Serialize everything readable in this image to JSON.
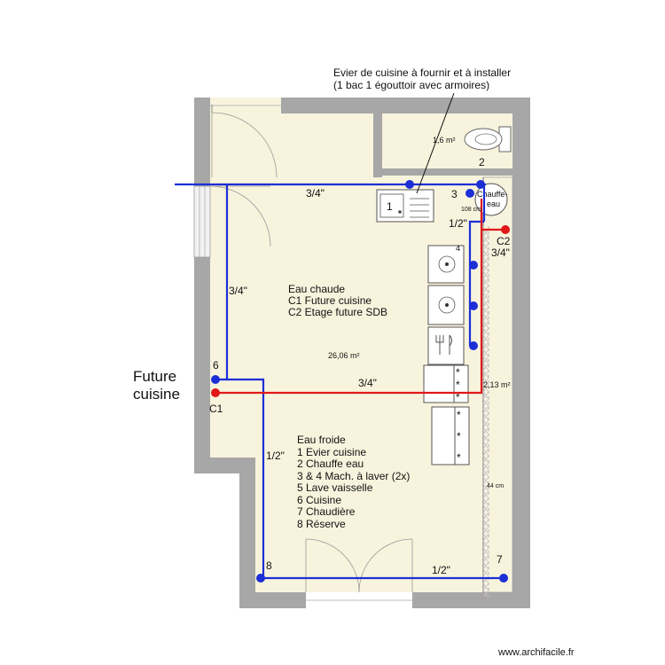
{
  "colors": {
    "wall": "#a7a7a7",
    "floor": "#f8f3dd",
    "cold_pipe": "#1c2fd6",
    "hot_pipe": "#e01818"
  },
  "annotation": {
    "line1": "Evier de cuisine à fournir et à installer",
    "line2": "(1 bac 1 égouttoir avec armoires)"
  },
  "rooms": {
    "wc_area": "1,6 m²",
    "main_area": "26,06 m²",
    "side_area": "2,13 m²"
  },
  "dimensions": {
    "heater_width": "108 cm",
    "strip_width": "44 cm"
  },
  "appliances": {
    "sink_label": "1",
    "heater_label_1": "Chauffe-",
    "heater_label_2": "eau"
  },
  "pipe_sizes": {
    "top_main": "3/4\"",
    "left_vertical": "3/4\"",
    "near_heater": "1/2\"",
    "right_hot": "3/4\"",
    "hot_horizontal": "3/4\"",
    "cold_vertical": "1/2\"",
    "bottom": "1/2\""
  },
  "points": {
    "p2": "2",
    "p3": "3",
    "p4": "4",
    "p6": "6",
    "p7": "7",
    "p8": "8",
    "c1": "C1",
    "c2": "C2"
  },
  "future": {
    "line1": "Future",
    "line2": "cuisine"
  },
  "legend_hot": {
    "title": "Eau chaude",
    "items": [
      "C1 Future cuisine",
      "C2 Etage future SDB"
    ]
  },
  "legend_cold": {
    "title": "Eau froide",
    "items": [
      "1 Evier cuisine",
      "2 Chauffe eau",
      "3 & 4 Mach. à laver (2x)",
      "5 Lave vaisselle",
      "6 Cuisine",
      "7 Chaudière",
      "8  Réserve"
    ]
  },
  "watermark": "www.archifacile.fr"
}
